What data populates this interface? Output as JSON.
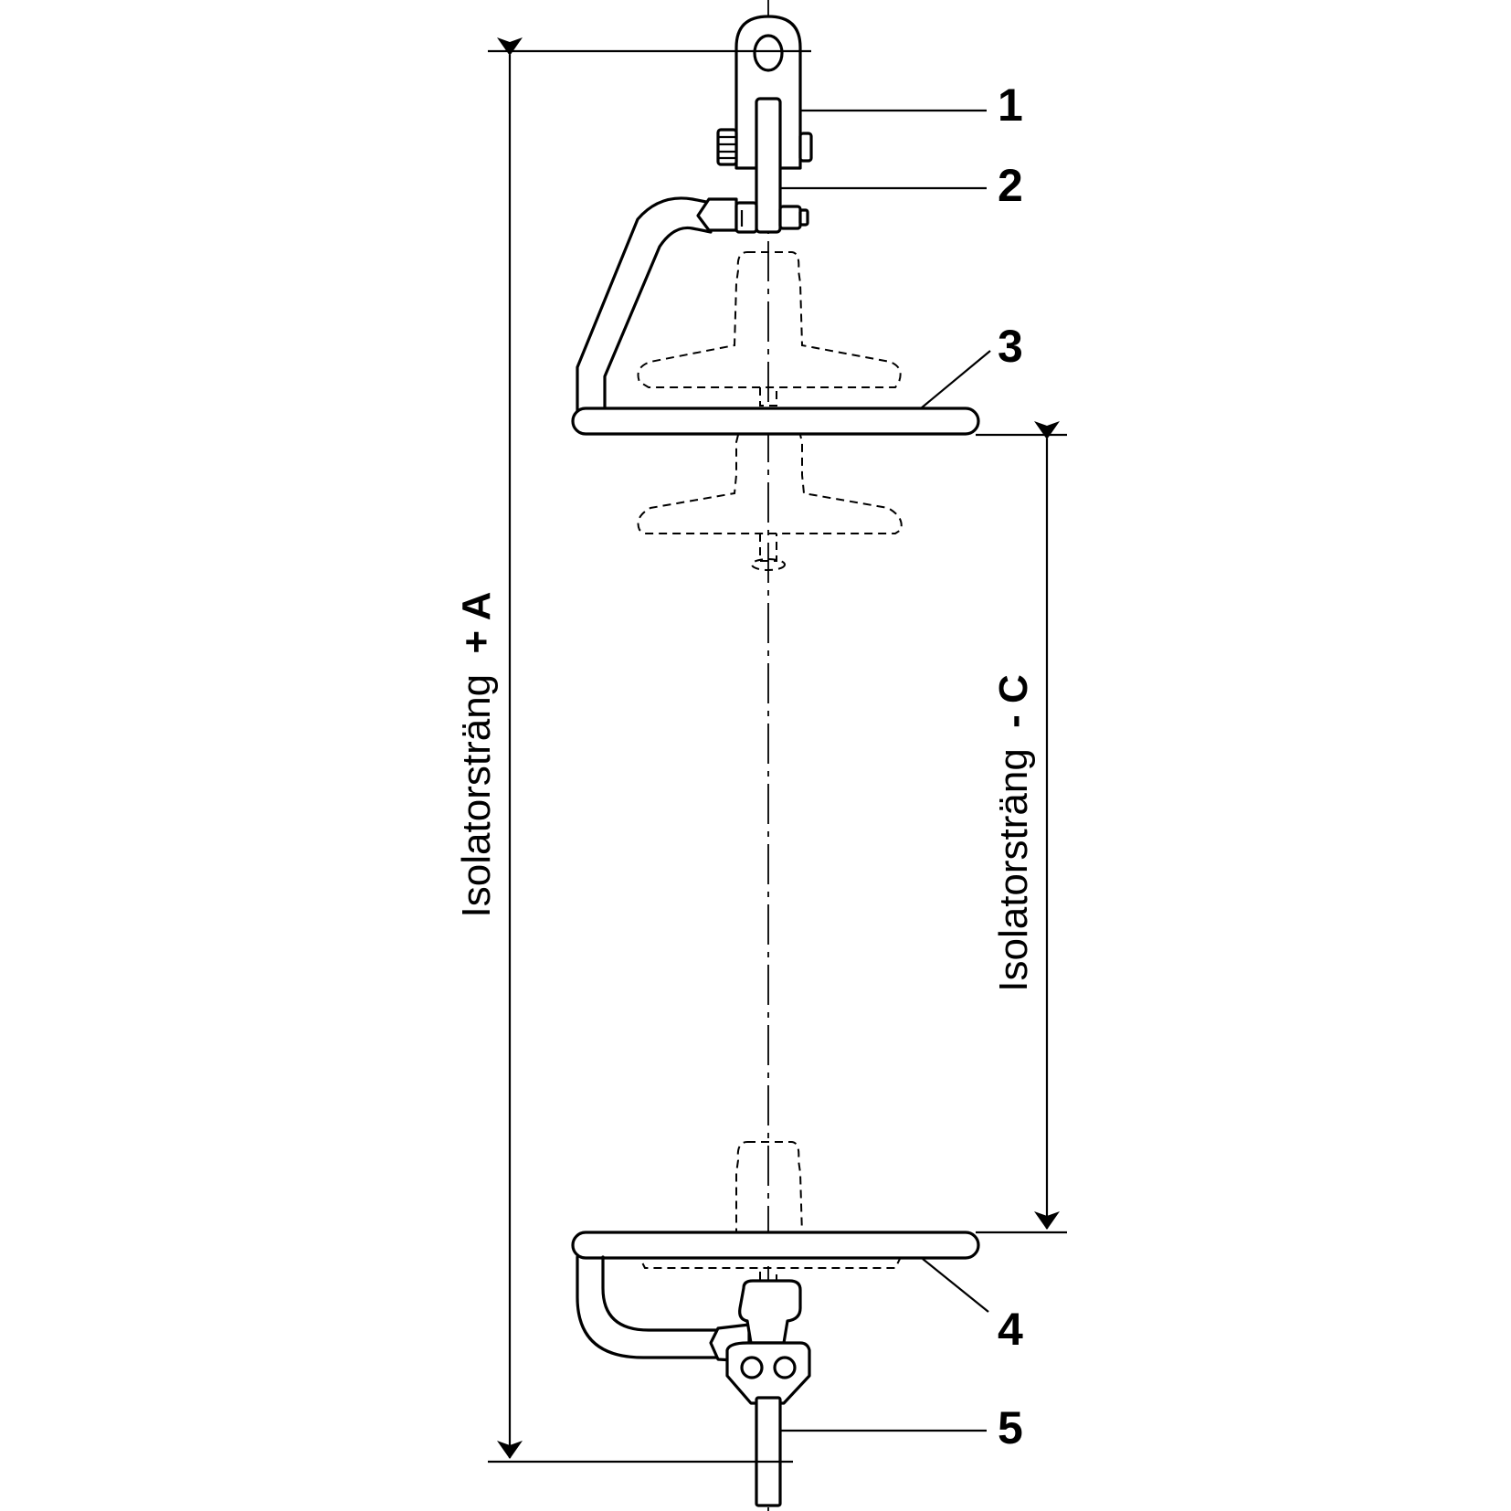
{
  "callouts": [
    {
      "id": "1",
      "label": "1"
    },
    {
      "id": "2",
      "label": "2"
    },
    {
      "id": "3",
      "label": "3"
    },
    {
      "id": "4",
      "label": "4"
    },
    {
      "id": "5",
      "label": "5"
    }
  ],
  "dimensions": {
    "overall": {
      "text": "Isolatorsträng",
      "suffix": "+ A"
    },
    "inner": {
      "text": "Isolatorsträng",
      "suffix": "- C"
    }
  }
}
